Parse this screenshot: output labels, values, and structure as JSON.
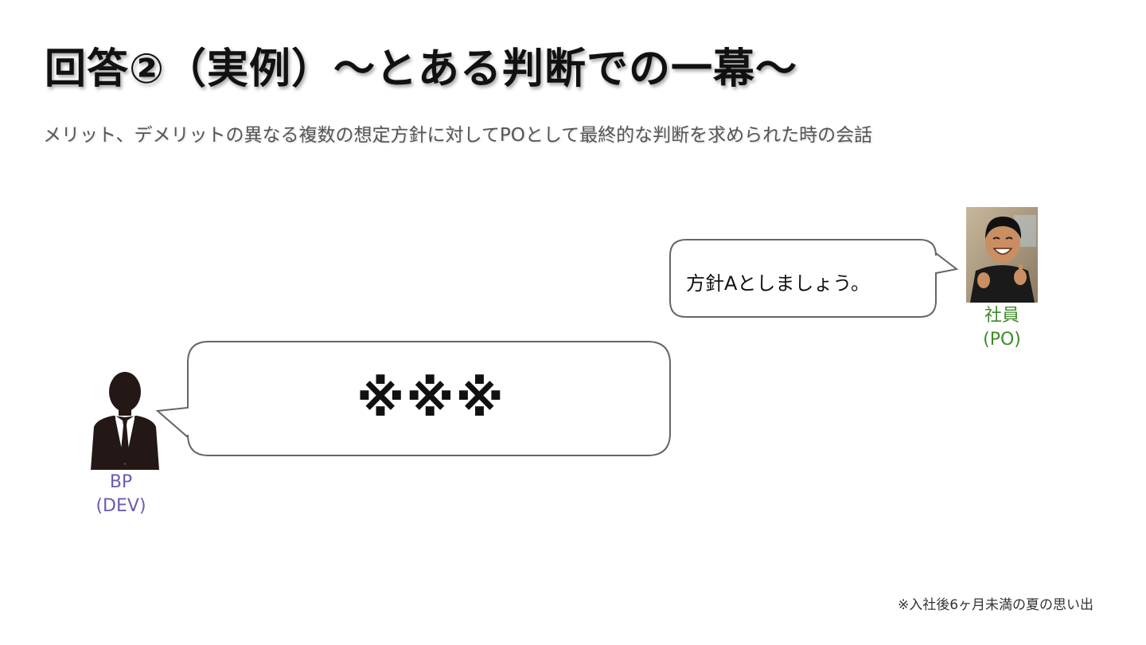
{
  "slide": {
    "title": "回答②（実例）〜とある判断での一幕〜",
    "subtitle": "メリット、デメリットの異なる複数の想定方針に対してPOとして最終的な判断を求められた時の会話",
    "footnote": "※入社後6ヶ月未満の夏の思い出"
  },
  "po": {
    "speech": "方針Aとしましょう。",
    "label_line1": "社員",
    "label_line2": "(PO)",
    "label_color": "#3f8a2a"
  },
  "dev": {
    "speech": "※※※",
    "label_line1": "BP",
    "label_line2": "(DEV)",
    "label_color": "#6c5bb0"
  }
}
